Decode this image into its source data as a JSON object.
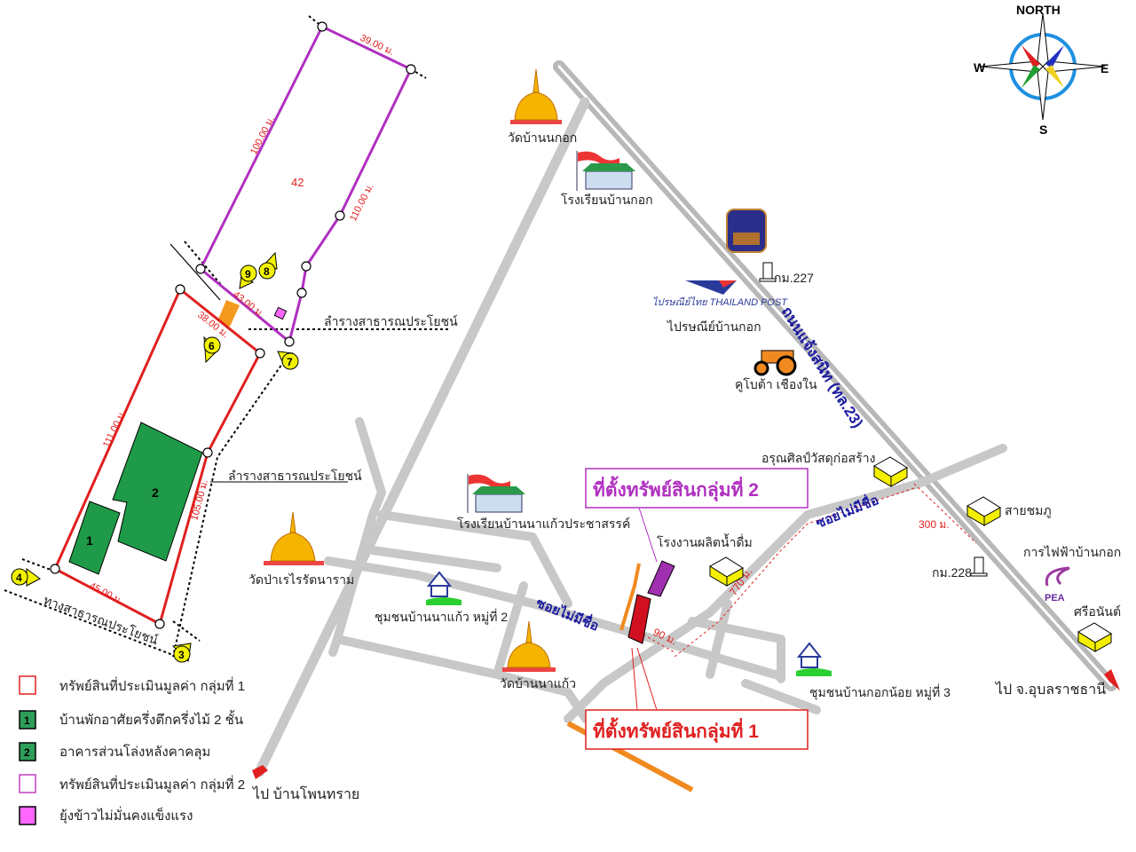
{
  "compass": {
    "north": "NORTH",
    "south": "S",
    "east": "E",
    "west": "W"
  },
  "plot_group2": {
    "parcel_no": "42",
    "dims": [
      "39.00 ม.",
      "100.00 ม.",
      "110.00 ม.",
      "43.00 ม."
    ]
  },
  "plot_group1": {
    "dims": [
      "38.00 ม.",
      "111.00 ม.",
      "105.00 ม.",
      "45.00 ม."
    ],
    "building_1": "1",
    "building_2": "2"
  },
  "markers": [
    "3",
    "4",
    "6",
    "7",
    "8",
    "9"
  ],
  "labels": {
    "canal_1": "ลำรางสาธารณประโยชน์",
    "canal_2": "ลำรางสาธารณประโยชน์",
    "public_way": "ทางสาธารณประโยชน์",
    "wat_ban_kok": "วัดบ้านนกอก",
    "school_ban_kok": "โรงเรียนบ้านกอก",
    "km227": "กม.227",
    "post": "ไปรษณีย์บ้านกอก",
    "post_logo": "ไปรษณีย์ไทย THAILAND POST",
    "kubota": "คูโบต้า เชืองใน",
    "highway": "ถนนแจ้งสนิท (ทล.23)",
    "arun": "อรุณศิลป์วัสดุก่อสร้าง",
    "sai_chomphu": "สายชมภู",
    "pea_office": "การไฟฟ้าบ้านกอก",
    "pea_logo": "PEA",
    "km228": "กม.228",
    "sri_anan": "ศรีอนันต์",
    "to_ubon": "ไป จ.อุบลราชธานี",
    "to_phon_sai": "ไป บ้านโพนทราย",
    "soi_1": "ซอยไม่มีชื่อ",
    "soi_2": "ซอยไม่มีชื่อ",
    "dist_300": "300 ม.",
    "dist_770": "770 ม.",
    "dist_90": "90 ม.",
    "water_factory": "โรงงานผลิตน้ำดื่ม",
    "school_na_kaeo": "โรงเรียนบ้านนาแก้วประชาสรรค์",
    "wat_pa": "วัดป่าเรไรรัตนาราม",
    "community_na_kaeo": "ชุมชนบ้านนาแก้ว หมู่ที่ 2",
    "wat_na_kaeo": "วัดบ้านนาแก้ว",
    "community_kok_noi": "ชุมชนบ้านกอกน้อย หมู่ที่ 3",
    "callout_group2": "ที่ตั้งทรัพย์สินกลุ่มที่ 2",
    "callout_group1": "ที่ตั้งทรัพย์สินกลุ่มที่ 1"
  },
  "legend": [
    {
      "swatch": "",
      "label": "ทรัพย์สินที่ประเมินมูลค่า กลุ่มที่ 1",
      "fill": "#ffffff",
      "stroke": "#e02020"
    },
    {
      "swatch": "1",
      "label": "บ้านพักอาศัยครึ่งตึกครึ่งไม้ 2 ชั้น",
      "fill": "#2e9e5a",
      "stroke": "#000000"
    },
    {
      "swatch": "2",
      "label": "อาคารส่วนโล่งหลังคาคลุม",
      "fill": "#2e9e5a",
      "stroke": "#000000"
    },
    {
      "swatch": "",
      "label": "ทรัพย์สินที่ประเมินมูลค่า กลุ่มที่ 2",
      "fill": "#ffffff",
      "stroke": "#c040c0"
    },
    {
      "swatch": "",
      "label": "ยุ้งข้าวไม่มั่นคงแข็งแรง",
      "fill": "#ff66ff",
      "stroke": "#000000"
    }
  ],
  "colors": {
    "group1": "#e02020",
    "group2": "#b030c0",
    "road": "#c8c8c8",
    "highway_label": "#1a1aa0",
    "building": "#1f9a48"
  }
}
